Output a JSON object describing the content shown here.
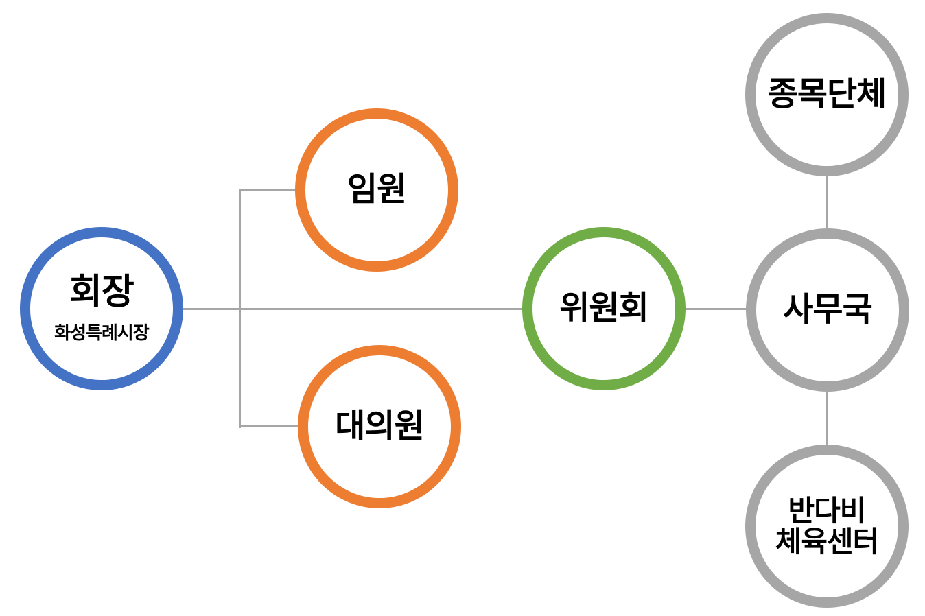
{
  "diagram": {
    "background": "#ffffff",
    "connector_color": "#a6a6a6",
    "text_color": "#000000",
    "nodes": {
      "chairman": {
        "label": "회장",
        "sublabel": "화성특례시장",
        "ring_color": "#4472c4"
      },
      "executives": {
        "label": "임원",
        "ring_color": "#ed7d31"
      },
      "delegates": {
        "label": "대의원",
        "ring_color": "#ed7d31"
      },
      "committee": {
        "label": "위원회",
        "ring_color": "#70ad47"
      },
      "secretariat": {
        "label": "사무국",
        "ring_color": "#a6a6a6"
      },
      "sport_organizations": {
        "label": "종목단체",
        "ring_color": "#a6a6a6"
      },
      "bandabi_sports_center": {
        "label_line1": "반다비",
        "label_line2": "체육센터",
        "ring_color": "#a6a6a6"
      }
    },
    "edges": [
      [
        "회장",
        "임원"
      ],
      [
        "회장",
        "대의원"
      ],
      [
        "회장",
        "위원회"
      ],
      [
        "위원회",
        "사무국"
      ],
      [
        "사무국",
        "종목단체"
      ],
      [
        "사무국",
        "반다비 체육센터"
      ]
    ]
  }
}
